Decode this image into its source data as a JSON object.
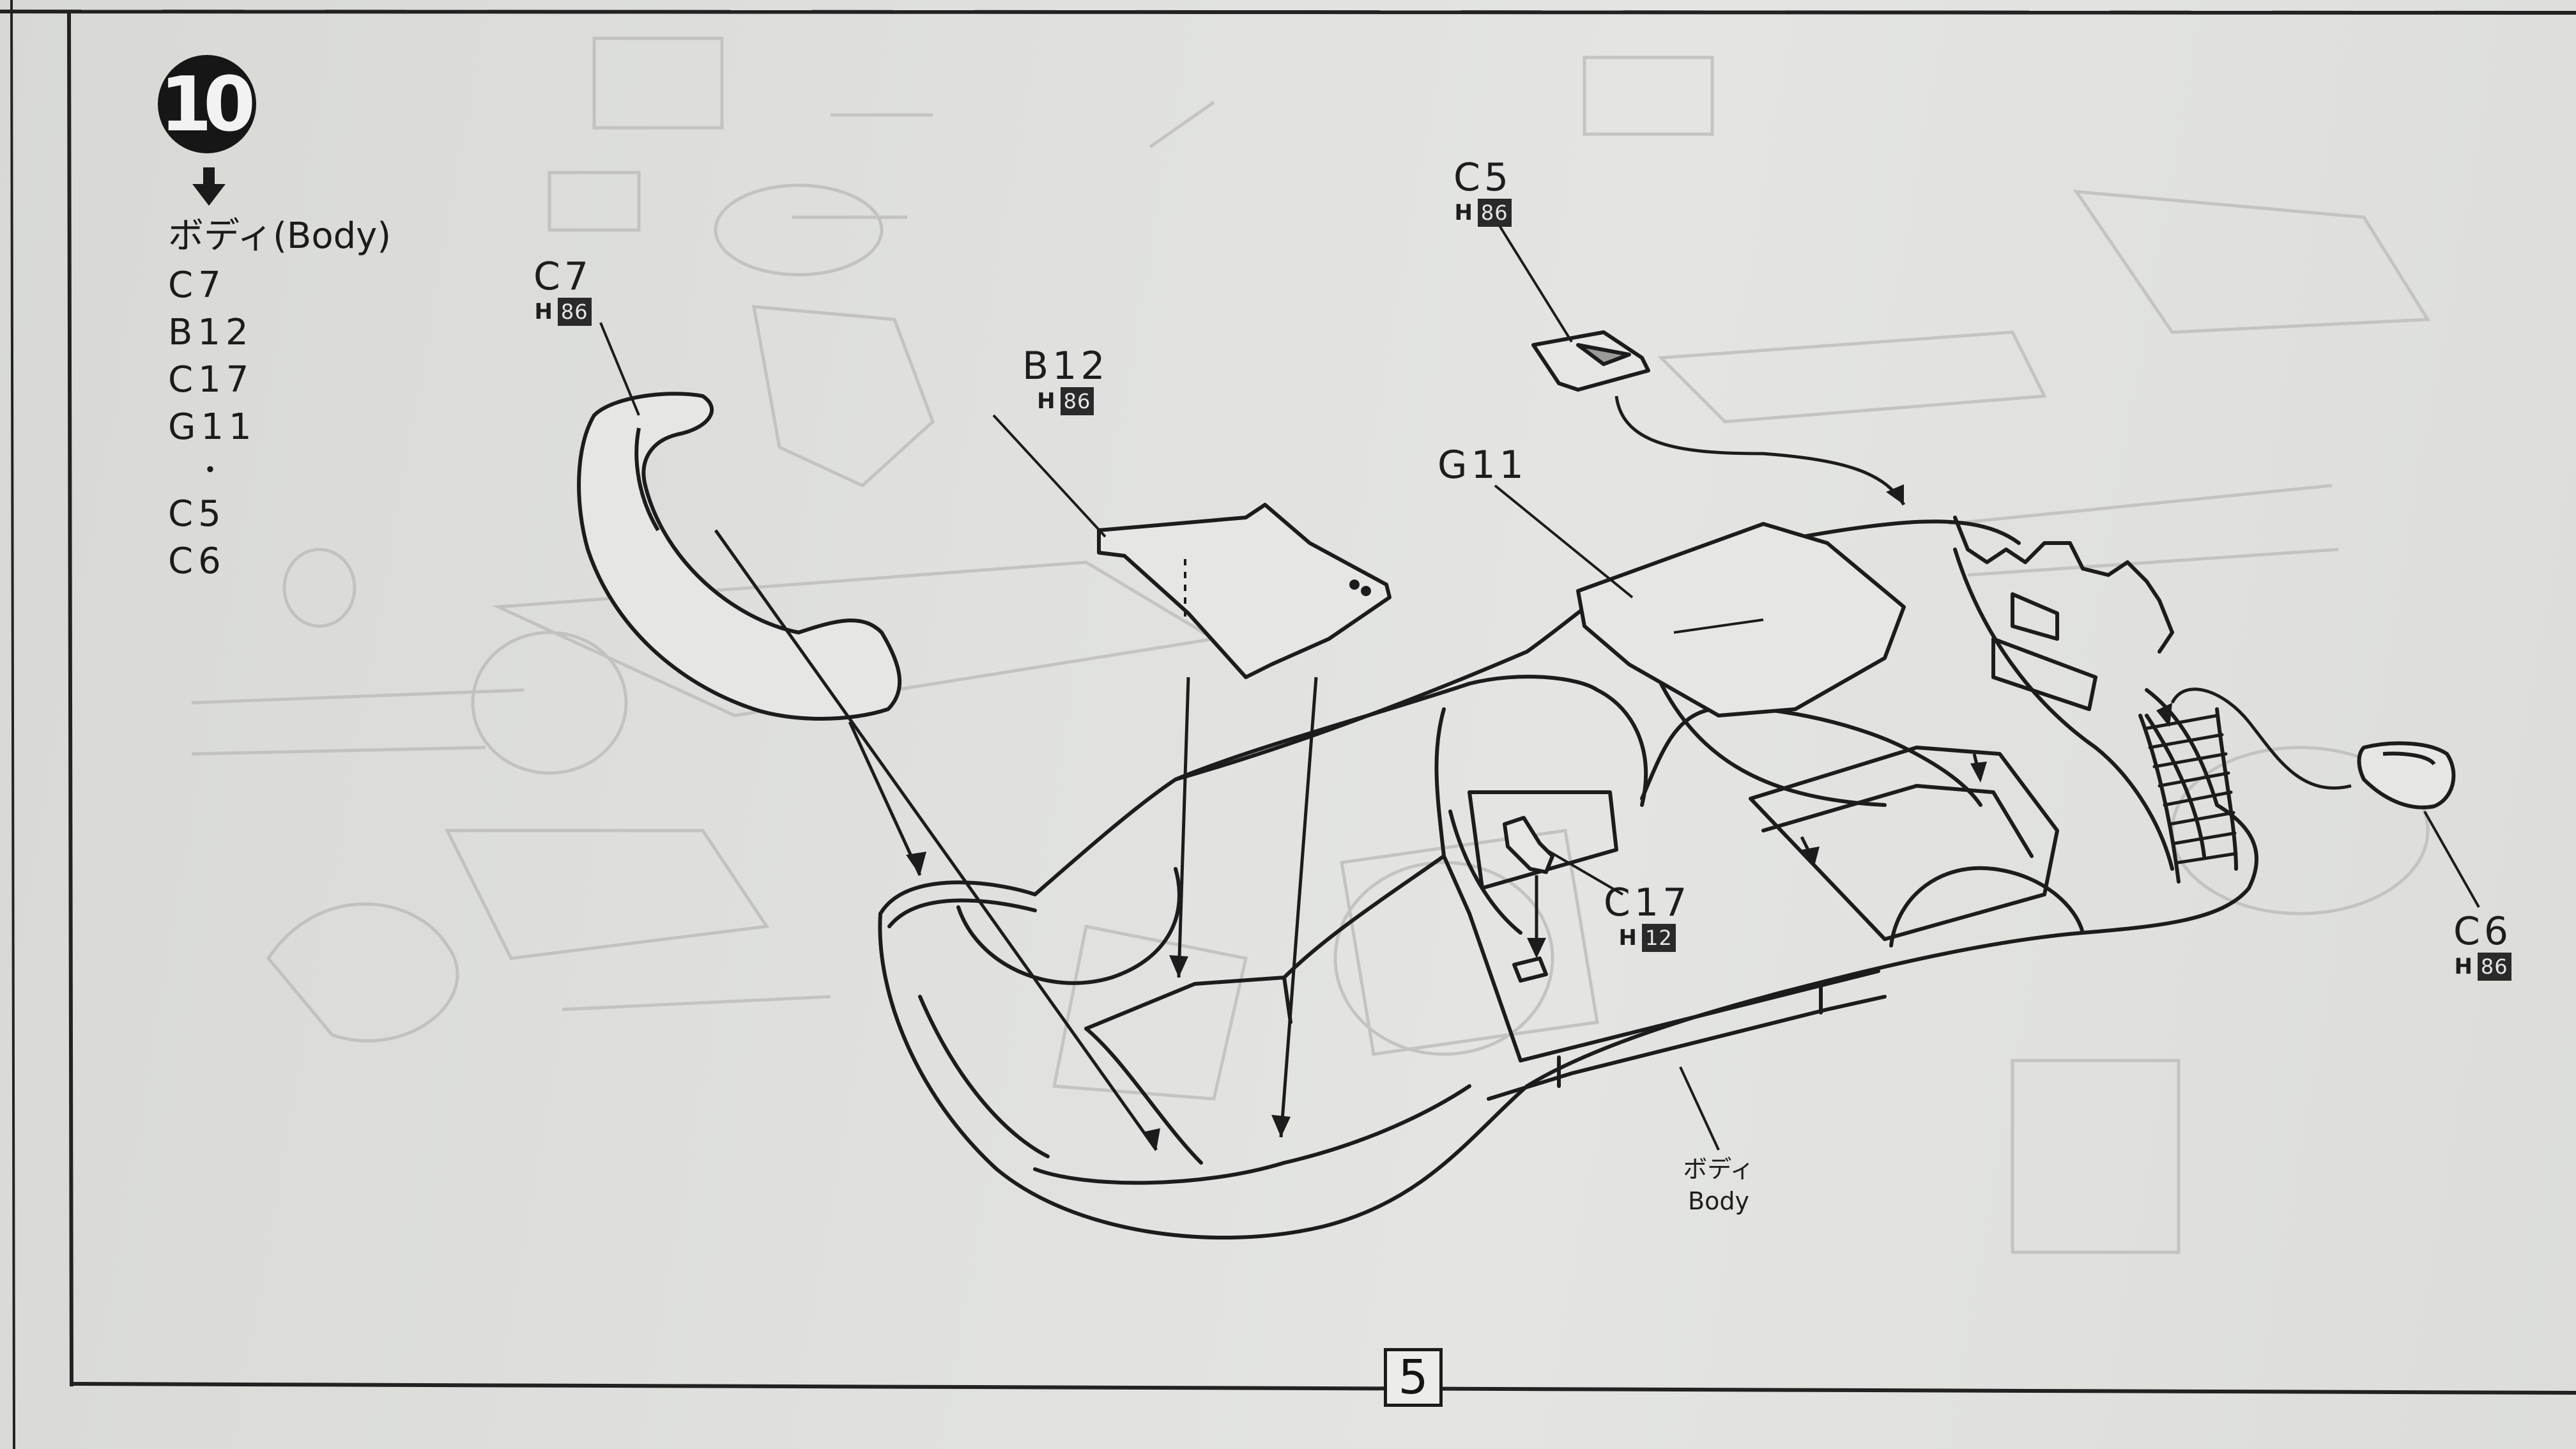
{
  "step": {
    "number": "10"
  },
  "parts_list": {
    "header": "ボディ(Body)",
    "items": [
      "C7",
      "B12",
      "C17",
      "G11",
      "・",
      "C5",
      "C6"
    ]
  },
  "callouts": [
    {
      "code": "C7",
      "runner_letter": "H",
      "runner_no": "86"
    },
    {
      "code": "B12",
      "runner_letter": "H",
      "runner_no": "86"
    },
    {
      "code": "C5",
      "runner_letter": "H",
      "runner_no": "86"
    },
    {
      "code": "G11",
      "runner_letter": "",
      "runner_no": ""
    },
    {
      "code": "C17",
      "runner_letter": "H",
      "runner_no": "12"
    },
    {
      "code": "C6",
      "runner_letter": "H",
      "runner_no": "86"
    }
  ],
  "body_label": {
    "japanese": "ボディ",
    "english": "Body"
  },
  "page_number": "5",
  "colors": {
    "paper": "#dcddd9",
    "ink": "#1b1b1b",
    "ghost_print": "#b9bab7"
  }
}
